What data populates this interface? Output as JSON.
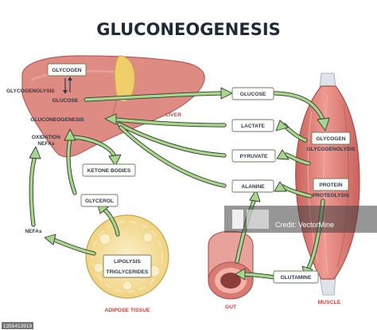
{
  "title": "GLUCONEOGENESIS",
  "organs": {
    "liver": "LIVER",
    "muscle": "MUSCLE",
    "gut": "GUT",
    "adipose": "ADIPOSE TISSUE"
  },
  "liver_labels": {
    "glycogen": "GLYCOGEN",
    "glycogenolysis": "GLYCOGENOLYSIS",
    "glucose": "GLUCOSE",
    "gluconeogenesis": "GLUCONEOGENESIS",
    "oxidation_line1": "OXIDATION",
    "oxidation_line2": "NEFAs"
  },
  "boxes": {
    "ketone_bodies": "KETONE BODIES",
    "glycerol": "GLYCEROL",
    "glucose": "GLUCOSE",
    "lactate": "LACTATE",
    "pyruvate": "PYRUVATE",
    "alanine": "ALANINE",
    "glutamine": "GLUTAMINE",
    "muscle_glycogen": "GLYCOGEN",
    "protein": "PROTEIN"
  },
  "muscle_labels": {
    "glycogenolysis": "GLYCOGENOLYSIS",
    "proteolysis": "PROTEOLYSIS"
  },
  "adipose_labels": {
    "lipolysis": "LIPOLYSIS",
    "triglycerides": "TRIGLYCERIDES",
    "nefas": "NEFAs"
  },
  "watermark": {
    "credit": "Credit: VectorMine",
    "stock_id": "1355413919"
  },
  "colors": {
    "liver_fill": "#de8b84",
    "liver_dark": "#c86f69",
    "gallbladder": "#f0cf6a",
    "muscle_fill": "#e37f78",
    "arrow_inner": "#a9d68d",
    "arrow_outline": "#2f3c2f",
    "organ_label": "#c8423d",
    "adipose_fill": "#f6e1a3"
  }
}
